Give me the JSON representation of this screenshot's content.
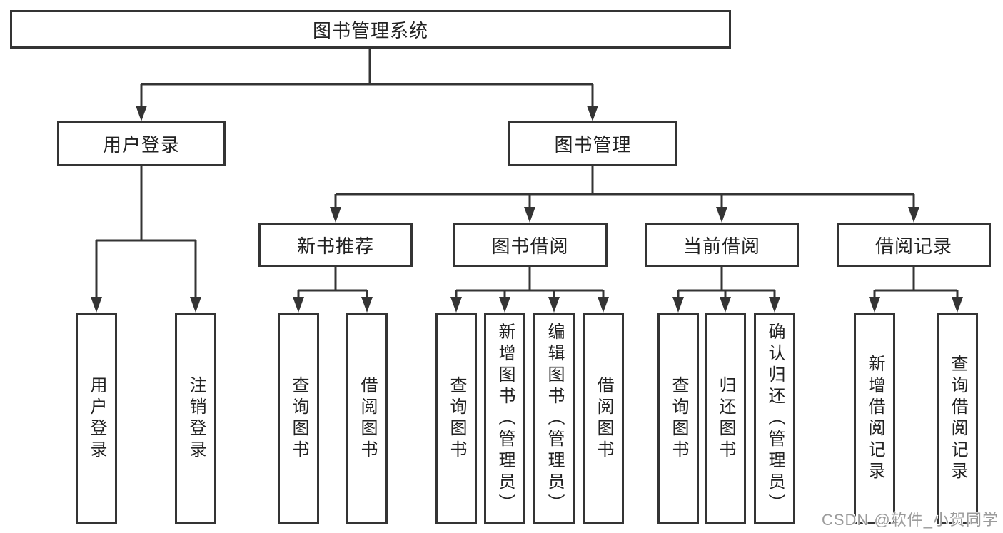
{
  "tree": {
    "label": "图书管理系统",
    "children": [
      {
        "label": "用户登录",
        "children": [
          {
            "label": "用户登录"
          },
          {
            "label": "注销登录"
          }
        ]
      },
      {
        "label": "图书管理",
        "children": [
          {
            "label": "新书推荐",
            "children": [
              {
                "label": "查询图书"
              },
              {
                "label": "借阅图书"
              }
            ]
          },
          {
            "label": "图书借阅",
            "children": [
              {
                "label": "查询图书"
              },
              {
                "label": "新增图书（管理员）"
              },
              {
                "label": "编辑图书（管理员）"
              },
              {
                "label": "借阅图书"
              }
            ]
          },
          {
            "label": "当前借阅",
            "children": [
              {
                "label": "查询图书"
              },
              {
                "label": "归还图书"
              },
              {
                "label": "确认归还（管理员）"
              }
            ]
          },
          {
            "label": "借阅记录",
            "children": [
              {
                "label": "新增借阅记录"
              },
              {
                "label": "查询借阅记录"
              }
            ]
          }
        ]
      }
    ]
  },
  "watermark": {
    "text": "CSDN @软件_小贺同学"
  },
  "colors": {
    "line": "#343434",
    "box_border": "#343434",
    "text": "#222222",
    "watermark": "#9b9b9b",
    "background": "#ffffff"
  }
}
